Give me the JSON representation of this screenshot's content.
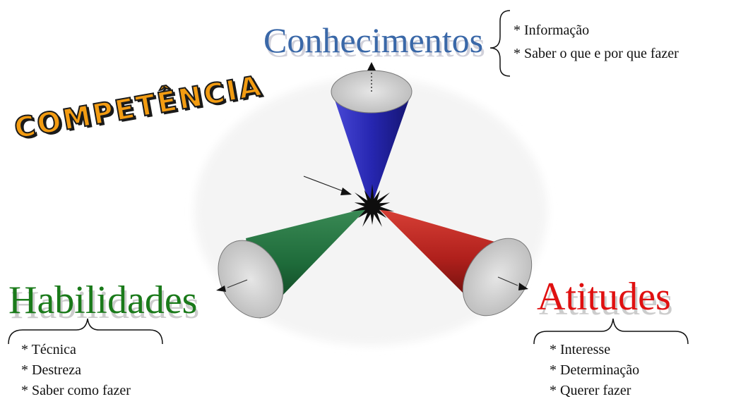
{
  "title": "COMPETÊNCIA",
  "top": {
    "label": "Conhecimentos",
    "items": [
      "* Informação",
      "* Saber o que e por que fazer"
    ]
  },
  "left": {
    "label": "Habilidades",
    "items": [
      "* Técnica",
      "* Destreza",
      "* Saber como fazer"
    ]
  },
  "right": {
    "label": "Atitudes",
    "items": [
      "* Interesse",
      "* Determinação",
      "* Querer fazer"
    ]
  },
  "colors": {
    "top_cone": "#2828a8",
    "left_cone": "#1e6b3a",
    "right_cone": "#b0201c",
    "top_label": "#3a68a8",
    "left_label": "#1a7a1a",
    "right_label": "#e01010",
    "title_fill": "#f39c12"
  }
}
